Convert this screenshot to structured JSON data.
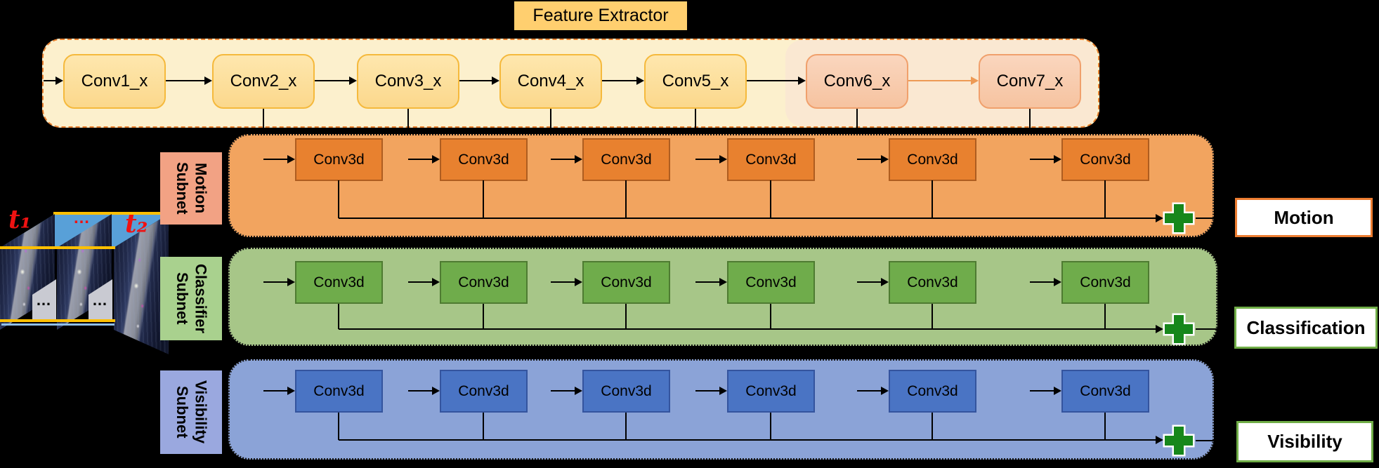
{
  "feature_extractor": {
    "title": "Feature Extractor",
    "blocks": [
      "Conv1_x",
      "Conv2_x",
      "Conv3_x",
      "Conv4_x",
      "Conv5_x",
      "Conv6_x",
      "Conv7_x"
    ]
  },
  "subnets": [
    {
      "label_line1": "Motion",
      "label_line2": "Subnet",
      "conv_label": "Conv3d",
      "output_label": "Motion"
    },
    {
      "label_line1": "Classifier",
      "label_line2": "Subnet",
      "conv_label": "Conv3d",
      "output_label": "Classification"
    },
    {
      "label_line1": "Visibility",
      "label_line2": "Subnet",
      "conv_label": "Conv3d",
      "output_label": "Visibility"
    }
  ],
  "input_stack": {
    "t1": "t₁",
    "mid_dots": "…",
    "t2": "t₂",
    "bottom_dots": "…"
  },
  "icons": {
    "plus_icon_meaning": "element-wise sum"
  },
  "colors": {
    "background": "#000000",
    "fe_container_fill": "#FCF0CD",
    "fe_border_dash": "#E8802F",
    "fe_block_yellow": "#FBD88C",
    "fe_block_yellow_border": "#F5B93C",
    "fe_block_salmon": "#F6C3A0",
    "title_fill": "#FFCF6F",
    "motion_container": "#F2A45F",
    "motion_conv": "#E8812F",
    "motion_label": "#F2A284",
    "motion_output_border": "#ED7D31",
    "classifier_container": "#A7C688",
    "classifier_conv": "#6FAC4B",
    "classifier_label": "#A9D18E",
    "green_output_border": "#70AD47",
    "visibility_container": "#8BA3D7",
    "visibility_conv": "#4A74C4",
    "visibility_label": "#9AA8DF",
    "plus_green": "#17871B",
    "frame_top_face_blue": "#58A0D8",
    "frame_edge_yellow": "#FFC000",
    "frame_bottom_face_gray": "#C9CAD2",
    "time_label_red": "#EF1212",
    "line_black": "#000000"
  }
}
